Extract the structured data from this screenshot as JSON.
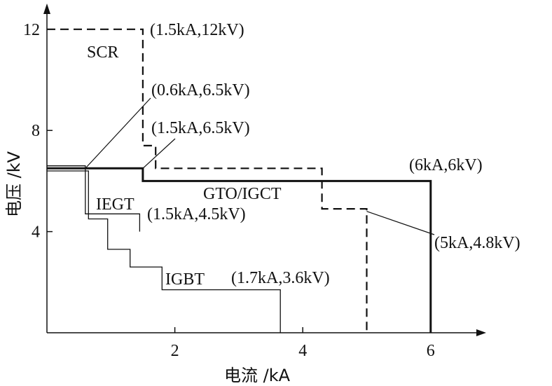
{
  "chart_data": {
    "type": "line",
    "xlabel": "电流 /kA",
    "ylabel": "电压 /kV",
    "xlim": [
      0,
      6.8
    ],
    "ylim": [
      0,
      12.8
    ],
    "xticks": [
      "2",
      "4",
      "6"
    ],
    "yticks": [
      "4",
      "8",
      "12"
    ],
    "grid": false,
    "series": [
      {
        "name": "SCR",
        "style": "dashed",
        "points": [
          [
            0,
            12
          ],
          [
            1.5,
            12
          ],
          [
            1.5,
            7.4
          ],
          [
            1.7,
            7.4
          ],
          [
            1.7,
            6.5
          ],
          [
            4.3,
            6.5
          ],
          [
            4.3,
            4.9
          ],
          [
            5,
            4.9
          ],
          [
            5,
            0
          ]
        ]
      },
      {
        "name": "GTO/IGCT",
        "style": "thick",
        "points": [
          [
            0,
            6.5
          ],
          [
            1.5,
            6.5
          ],
          [
            1.5,
            6
          ],
          [
            6,
            6
          ],
          [
            6,
            0
          ]
        ]
      },
      {
        "name": "IEGT",
        "style": "thin",
        "points": [
          [
            0,
            6.6
          ],
          [
            0.6,
            6.6
          ],
          [
            0.6,
            4.7
          ],
          [
            1.45,
            4.7
          ],
          [
            1.45,
            4.0
          ]
        ]
      },
      {
        "name": "IGBT",
        "style": "thin",
        "points": [
          [
            0,
            6.4
          ],
          [
            0.65,
            6.4
          ],
          [
            0.65,
            4.5
          ],
          [
            0.95,
            4.5
          ],
          [
            0.95,
            3.3
          ],
          [
            1.3,
            3.3
          ],
          [
            1.3,
            2.6
          ],
          [
            1.8,
            2.6
          ],
          [
            1.8,
            1.7
          ],
          [
            3.65,
            1.7
          ],
          [
            3.65,
            0
          ]
        ]
      }
    ],
    "labels": {
      "scr": "SCR",
      "gto": "GTO/IGCT",
      "iegt": "IEGT",
      "igbt": "IGBT"
    },
    "annotations": [
      {
        "text": "(1.5kA,12kV)",
        "point": [
          1.5,
          12
        ]
      },
      {
        "text": "(0.6kA,6.5kV)",
        "point": [
          0.6,
          6.5
        ]
      },
      {
        "text": "(1.5kA,6.5kV)",
        "point": [
          1.5,
          6.5
        ]
      },
      {
        "text": "(6kA,6kV)",
        "point": [
          6,
          6
        ]
      },
      {
        "text": "(1.5kA,4.5kV)",
        "point": [
          1.5,
          4.5
        ]
      },
      {
        "text": "(5kA,4.8kV)",
        "point": [
          5,
          4.8
        ]
      },
      {
        "text": "(1.7kA,3.6kV)",
        "point": [
          1.7,
          3.6
        ]
      }
    ]
  }
}
